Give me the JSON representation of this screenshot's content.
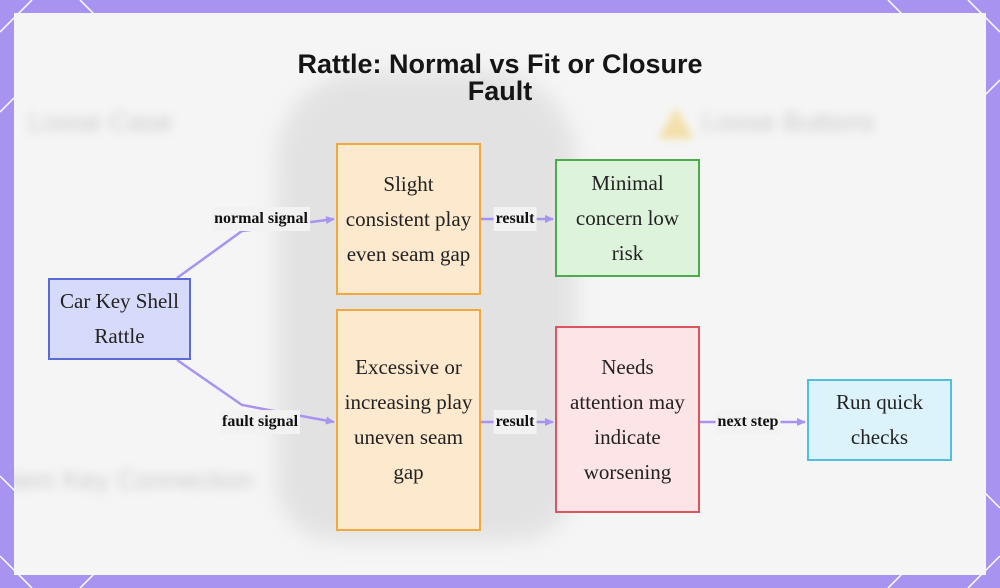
{
  "title": "Rattle: Normal vs Fit or Closure Fault",
  "background_text": {
    "loose_case": "Loose Case",
    "loose_buttons": "Loose Buttons",
    "key_connection": "tem Key Connection"
  },
  "nodes": {
    "root": "Car Key Shell Rattle",
    "slight": "Slight consistent play even seam gap",
    "excessive": "Excessive or increasing play uneven seam gap",
    "minimal": "Minimal concern low risk",
    "needs": "Needs attention may indicate worsening",
    "run": "Run quick checks"
  },
  "edges": {
    "normal_signal": "normal signal",
    "fault_signal": "fault signal",
    "result_top": "result",
    "result_bottom": "result",
    "next_step": "next step"
  },
  "colors": {
    "frame": "#a993f0",
    "edge": "#a993f0",
    "root_fill": "#d7dbfb",
    "branch_fill": "#fde9cd",
    "good_fill": "#ddf3dc",
    "warn_fill": "#fde4e6",
    "action_fill": "#dcf3fb"
  }
}
